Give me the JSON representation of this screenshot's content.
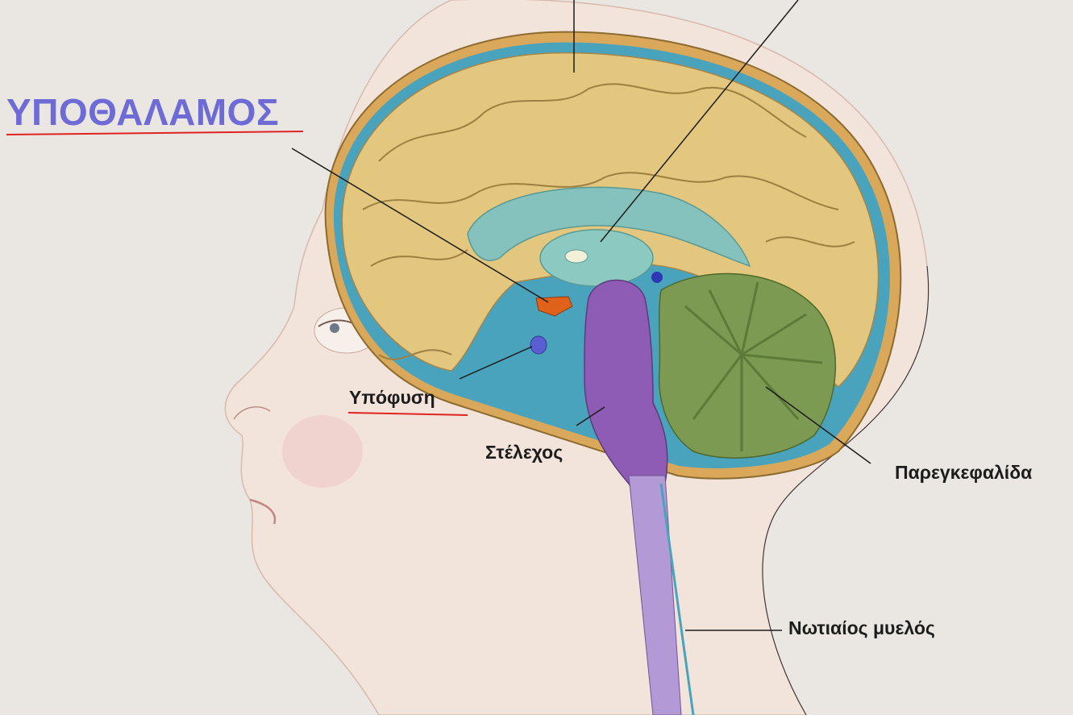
{
  "labels": {
    "hypothalamus": "ΥΠΟΘΑΛΑΜΟΣ",
    "pituitary": "Υπόφυση",
    "brainstem": "Στέλεχος",
    "cerebellum": "Παρεγκεφαλίδα",
    "spinal_cord": "Νωτιαίος μυελός"
  },
  "colors": {
    "background": "#eae7e2",
    "skin": "#f4e6de",
    "cerebrum": "#e3c77f",
    "meninges_blue": "#4aa3bd",
    "ventricle": "#86c2bd",
    "brainstem": "#8f5cb5",
    "cerebellum": "#7c9a52",
    "hypothalamus": "#e0621a",
    "pituitary": "#5a5ed0",
    "title_text": "#6e6ad6",
    "underline": "#e0241f"
  }
}
